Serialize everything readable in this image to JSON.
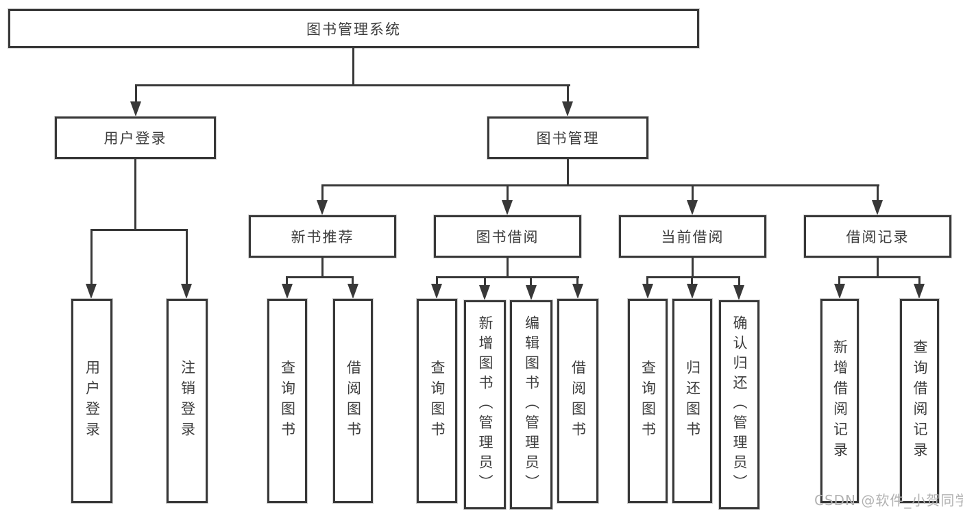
{
  "tree": {
    "label": "图书管理系统",
    "children": [
      {
        "label": "用户登录",
        "children": [
          {
            "label": "用户登录"
          },
          {
            "label": "注销登录"
          }
        ]
      },
      {
        "label": "图书管理",
        "children": [
          {
            "label": "新书推荐",
            "children": [
              {
                "label": "查询图书"
              },
              {
                "label": "借阅图书"
              }
            ]
          },
          {
            "label": "图书借阅",
            "children": [
              {
                "label": "查询图书"
              },
              {
                "label": "新增图书（管理员）"
              },
              {
                "label": "编辑图书（管理员）"
              },
              {
                "label": "借阅图书"
              }
            ]
          },
          {
            "label": "当前借阅",
            "children": [
              {
                "label": "查询图书"
              },
              {
                "label": "归还图书"
              },
              {
                "label": "确认归还（管理员）"
              }
            ]
          },
          {
            "label": "借阅记录",
            "children": [
              {
                "label": "新增借阅记录"
              },
              {
                "label": "查询借阅记录"
              }
            ]
          }
        ]
      }
    ]
  },
  "watermark": {
    "text": "CSDN @软件_小贺同学"
  },
  "colors": {
    "line": "#383838",
    "text": "#3d3d3d",
    "box_background": "#ffffff",
    "watermark": "#b2b2b2"
  }
}
